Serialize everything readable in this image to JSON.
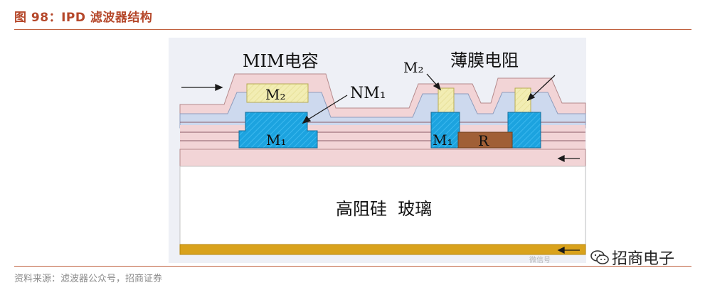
{
  "figure": {
    "title": "图 98：IPD 滤波器结构",
    "source": "资料来源：滤波器公众号，招商证券"
  },
  "diagram": {
    "labels": {
      "mim": "MIM电容",
      "thin_film": "薄膜电阻",
      "m2_top": "M₂",
      "m2_callout": "M₂",
      "nm1": "NM₁",
      "m1_left": "M₁",
      "m1_right": "M₁",
      "r": "R",
      "substrate": "高阻硅  玻璃"
    }
  },
  "watermark": {
    "text": "招商电子",
    "faded_text": "微信号"
  },
  "colors": {
    "title": "#b5472a",
    "rule": "#c0613f",
    "pink_layer": "#f2d4d6",
    "blue_layer": "#cdd9ee",
    "metal_m1": "#1ca3df",
    "metal_m2": "#f2edb3",
    "resistor": "#a05f36",
    "gold": "#d9a21c",
    "frame_bg": "#eef0f6"
  }
}
